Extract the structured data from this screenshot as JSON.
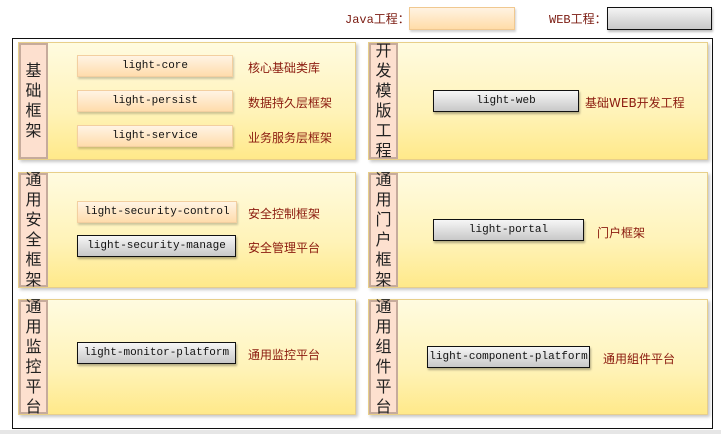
{
  "legend": {
    "java_label": "Java工程：",
    "web_label": "WEB工程：",
    "java_color": "#ffdcac",
    "web_color": "#c8c8c8"
  },
  "colors": {
    "panel_bg": "#fff3b8",
    "side_bg": "#fde0cf",
    "desc_text": "#8b1a0e"
  },
  "panels": [
    {
      "title_chars": [
        "基",
        "础",
        "框",
        "架"
      ],
      "modules": [
        {
          "name": "light-core",
          "type": "java",
          "desc": "核心基础类库"
        },
        {
          "name": "light-persist",
          "type": "java",
          "desc": "数据持久层框架"
        },
        {
          "name": "light-service",
          "type": "java",
          "desc": "业务服务层框架"
        }
      ]
    },
    {
      "title_chars": [
        "开",
        "发",
        "模",
        "版",
        "工",
        "程"
      ],
      "modules": [
        {
          "name": "light-web",
          "type": "web",
          "desc": "基础WEB开发工程"
        }
      ]
    },
    {
      "title_chars": [
        "通",
        "用",
        "安",
        "全",
        "框",
        "架"
      ],
      "modules": [
        {
          "name": "light-security-control",
          "type": "java",
          "desc": "安全控制框架"
        },
        {
          "name": "light-security-manage",
          "type": "web",
          "desc": "安全管理平台"
        }
      ]
    },
    {
      "title_chars": [
        "通",
        "用",
        "门",
        "户",
        "框",
        "架"
      ],
      "modules": [
        {
          "name": "light-portal",
          "type": "web",
          "desc": "门户框架"
        }
      ]
    },
    {
      "title_chars": [
        "通",
        "用",
        "监",
        "控",
        "平",
        "台"
      ],
      "modules": [
        {
          "name": "light-monitor-platform",
          "type": "web",
          "desc": "通用监控平台"
        }
      ]
    },
    {
      "title_chars": [
        "通",
        "用",
        "组",
        "件",
        "平",
        "台"
      ],
      "modules": [
        {
          "name": "light-component-platform",
          "type": "web",
          "desc": "通用組件平台"
        }
      ]
    }
  ]
}
